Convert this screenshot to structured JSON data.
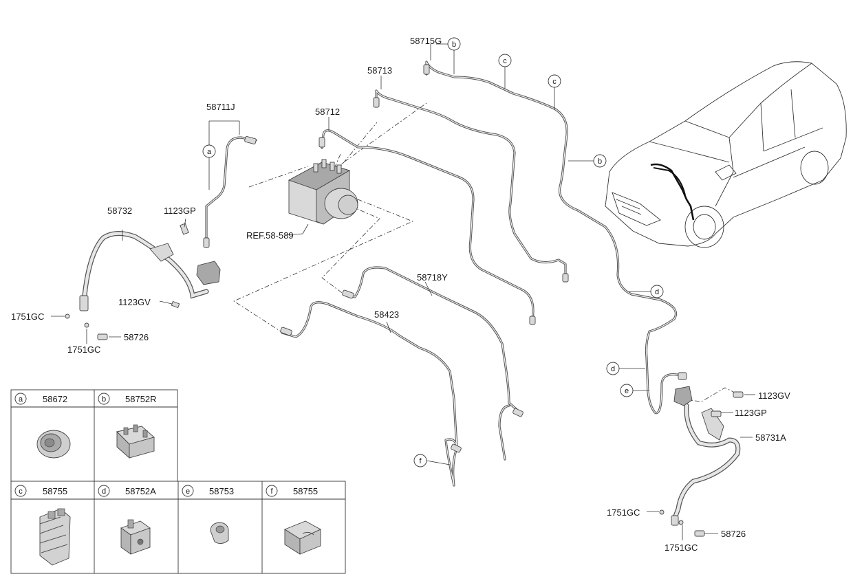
{
  "labels": {
    "p58715G": "58715G",
    "p58713": "58713",
    "p58712": "58712",
    "p58711J": "58711J",
    "p58732": "58732",
    "p1123GP_left": "1123GP",
    "ref": "REF.58-589",
    "p1123GV_left": "1123GV",
    "p1751GC_left_a": "1751GC",
    "p1751GC_left_b": "1751GC",
    "p58726_left": "58726",
    "p58718Y": "58718Y",
    "p58423": "58423",
    "p1123GV_right": "1123GV",
    "p1123GP_right": "1123GP",
    "p58731A": "58731A",
    "p1751GC_right_a": "1751GC",
    "p1751GC_right_b": "1751GC",
    "p58726_right": "58726"
  },
  "callouts": {
    "a": "a",
    "b": "b",
    "c": "c",
    "d": "d",
    "e": "e",
    "f": "f"
  },
  "legend": {
    "cells": [
      {
        "letter": "a",
        "part": "58672"
      },
      {
        "letter": "b",
        "part": "58752R"
      },
      {
        "letter": "c",
        "part": "58755"
      },
      {
        "letter": "d",
        "part": "58752A"
      },
      {
        "letter": "e",
        "part": "58753"
      },
      {
        "letter": "f",
        "part": "58755"
      }
    ]
  }
}
